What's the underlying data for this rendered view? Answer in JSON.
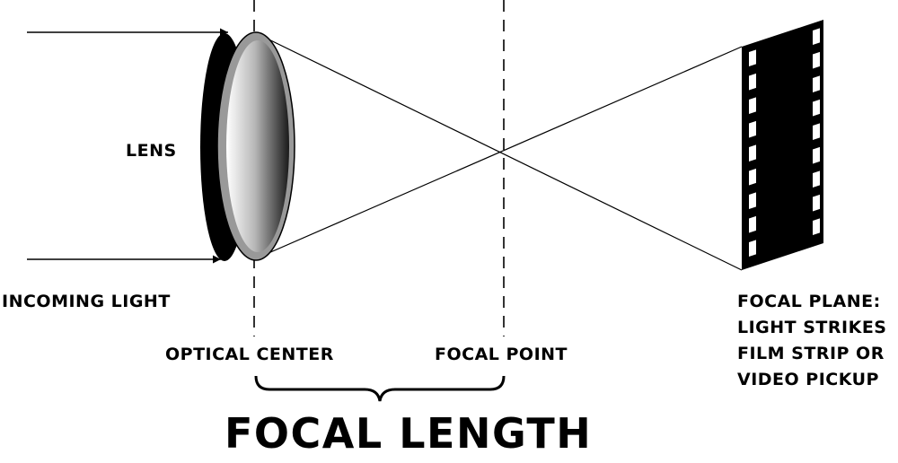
{
  "labels": {
    "lens": "LENS",
    "incoming_light": "INCOMING LIGHT",
    "optical_center": "OPTICAL CENTER",
    "focal_point": "FOCAL POINT",
    "focal_length": "FOCAL LENGTH",
    "focal_plane": [
      "FOCAL PLANE:",
      "LIGHT STRIKES",
      "FILM STRIP OR",
      "VIDEO PICKUP"
    ]
  },
  "colors": {
    "ink": "#000000",
    "lens_edge": "#999999",
    "lens_light": "#ffffff",
    "lens_dark": "#1a1a1a",
    "film": "#000000",
    "sprocket": "#ffffff"
  }
}
